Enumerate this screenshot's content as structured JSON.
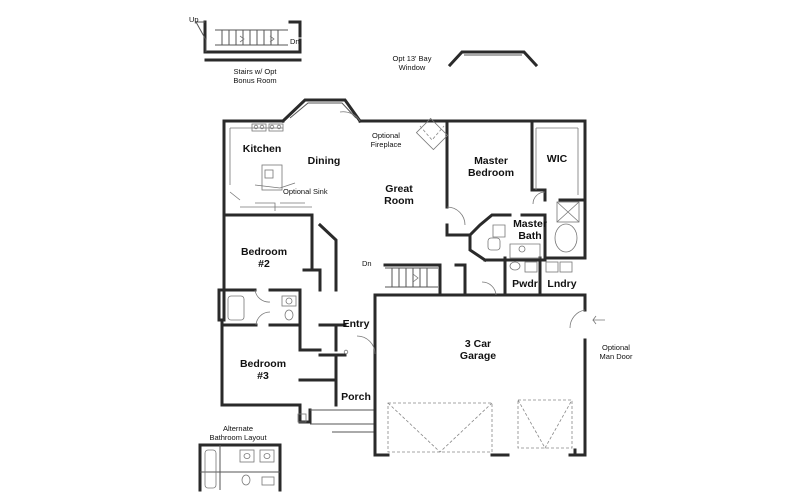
{
  "rooms": {
    "kitchen": "Kitchen",
    "dining": "Dining",
    "great_room_1": "Great",
    "great_room_2": "Room",
    "master_bedroom_1": "Master",
    "master_bedroom_2": "Bedroom",
    "wic": "WIC",
    "master_bath_1": "Master",
    "master_bath_2": "Bath",
    "bedroom2_1": "Bedroom",
    "bedroom2_2": "#2",
    "bedroom3_1": "Bedroom",
    "bedroom3_2": "#3",
    "entry": "Entry",
    "porch": "Porch",
    "pwdr": "Pwdr",
    "lndry": "Lndry",
    "garage_1": "3 Car",
    "garage_2": "Garage"
  },
  "notes": {
    "up": "Up",
    "dn_top": "Dn",
    "dn_main": "Dn",
    "stairs_1": "Stairs w/ Opt",
    "stairs_2": "Bonus Room",
    "bay_1": "Opt 13' Bay",
    "bay_2": "Window",
    "fireplace_1": "Optional",
    "fireplace_2": "Fireplace",
    "optional_sink": "Optional Sink",
    "man_door_1": "Optional",
    "man_door_2": "Man Door",
    "alt_bath_1": "Alternate",
    "alt_bath_2": "Bathroom Layout"
  },
  "colors": {
    "wall": "#2a2a2a",
    "background": "#ffffff"
  }
}
